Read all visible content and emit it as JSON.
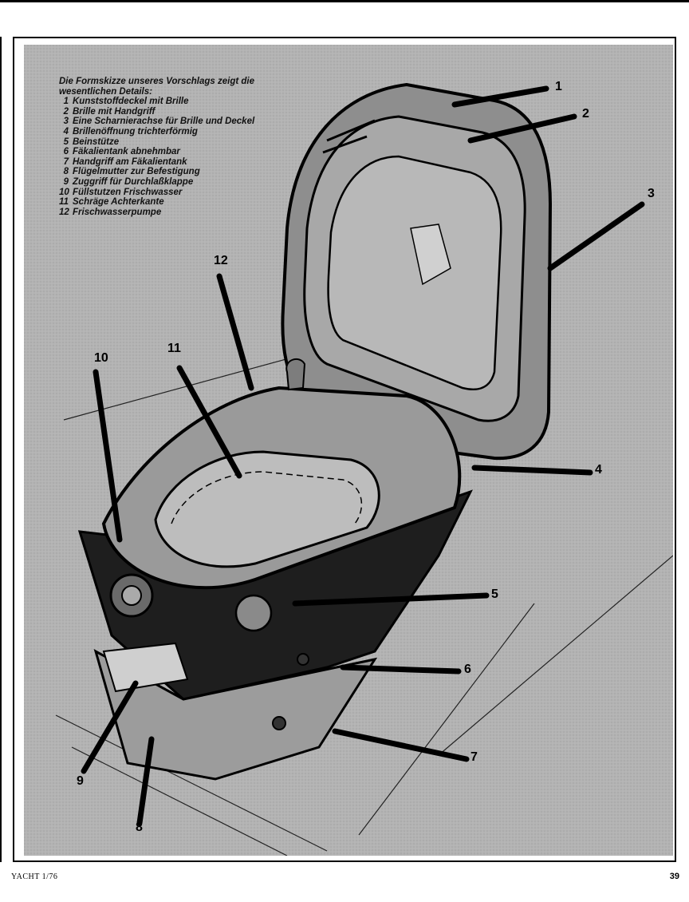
{
  "legend": {
    "intro": "Die Formskizze unseres Vorschlags zeigt die wesentlichen Details:",
    "items": [
      {
        "num": "1",
        "text": "Kunststoffdeckel mit Brille"
      },
      {
        "num": "2",
        "text": "Brille mit Handgriff"
      },
      {
        "num": "3",
        "text": "Eine Scharnierachse für Brille und Deckel"
      },
      {
        "num": "4",
        "text": "Brillenöffnung trichterförmig"
      },
      {
        "num": "5",
        "text": "Beinstütze"
      },
      {
        "num": "6",
        "text": "Fäkalientank abnehmbar"
      },
      {
        "num": "7",
        "text": "Handgriff am Fäkalientank"
      },
      {
        "num": "8",
        "text": "Flügelmutter zur Befestigung"
      },
      {
        "num": "9",
        "text": "Zuggriff für Durchlaßklappe"
      },
      {
        "num": "10",
        "text": "Füllstutzen Frischwasser"
      },
      {
        "num": "11",
        "text": "Schräge Achterkante"
      },
      {
        "num": "12",
        "text": "Frischwasserpumpe"
      }
    ]
  },
  "callouts": [
    "1",
    "2",
    "3",
    "4",
    "5",
    "6",
    "7",
    "8",
    "9",
    "10",
    "11",
    "12"
  ],
  "footer": {
    "publication": "YACHT 1/76",
    "page_number": "39"
  },
  "colors": {
    "background": "#b3b3b3",
    "ink": "#000000",
    "page": "#ffffff"
  }
}
